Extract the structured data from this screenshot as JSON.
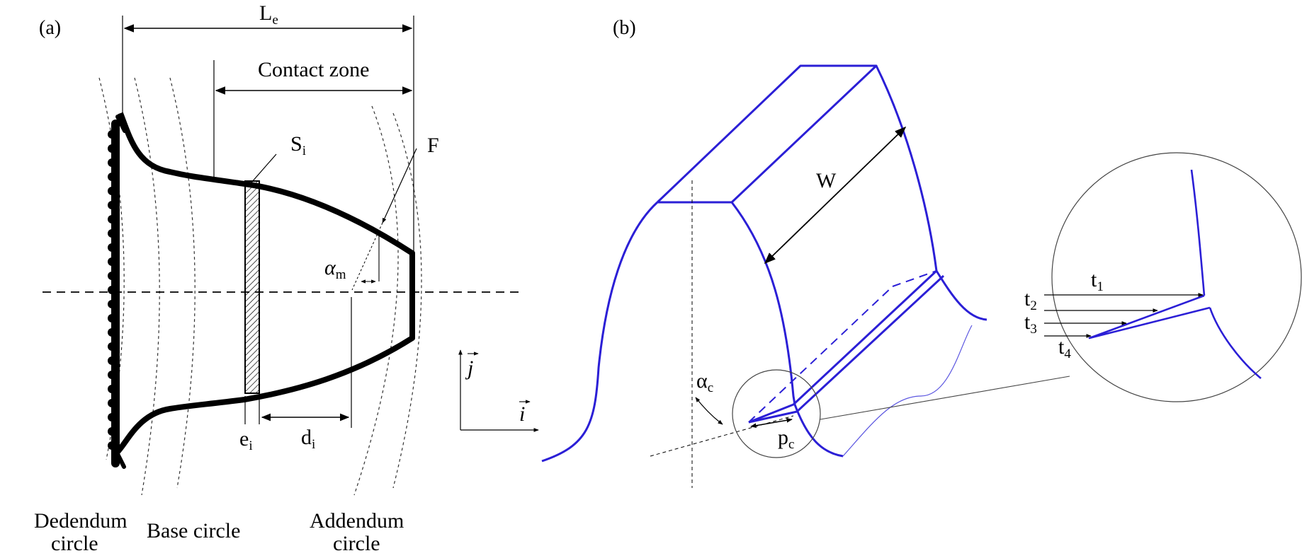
{
  "panels": {
    "a": {
      "label": "(a)",
      "Le": {
        "main": "L",
        "sub": "e"
      },
      "contact_zone": "Contact zone",
      "Si": {
        "main": "S",
        "sub": "i"
      },
      "F": "F",
      "alpha_m": {
        "main": "α",
        "sub": "m"
      },
      "ei": {
        "main": "e",
        "sub": "i"
      },
      "di": {
        "main": "d",
        "sub": "i"
      },
      "j_vec": "j",
      "i_vec": "i",
      "dedendum": [
        "Dedendum",
        "circle"
      ],
      "base": "Base circle",
      "addendum": [
        "Addendum",
        "circle"
      ]
    },
    "b": {
      "label": "(b)",
      "W": "W",
      "t1": {
        "main": "t",
        "sub": "1"
      },
      "t2": {
        "main": "t",
        "sub": "2"
      },
      "t3": {
        "main": "t",
        "sub": "3"
      },
      "t4": {
        "main": "t",
        "sub": "4"
      },
      "alpha_c": {
        "main": "α",
        "sub": "c"
      },
      "pc": {
        "main": "p",
        "sub": "c"
      }
    }
  },
  "colors": {
    "gear_blue": "#2b1fd6",
    "ink": "#000000",
    "thin_blue": "#5a55e0"
  }
}
